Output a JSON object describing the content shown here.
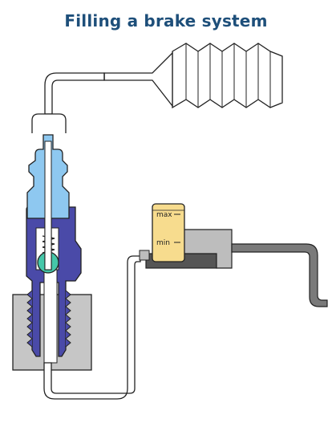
{
  "title": "Filling a brake system",
  "reservoir": {
    "max_label": "max",
    "min_label": "min"
  },
  "colors": {
    "title": "#1e4f7a",
    "nozzle": "#8ec8f0",
    "bleeder_body": "#4a4aa8",
    "ball": "#45c7a9",
    "block": "#c6c6c6",
    "reservoir_fluid": "#f7dc8e",
    "reservoir_base": "#bdbdbd",
    "dark_part": "#555555",
    "pipe": "#7a7a7a"
  }
}
